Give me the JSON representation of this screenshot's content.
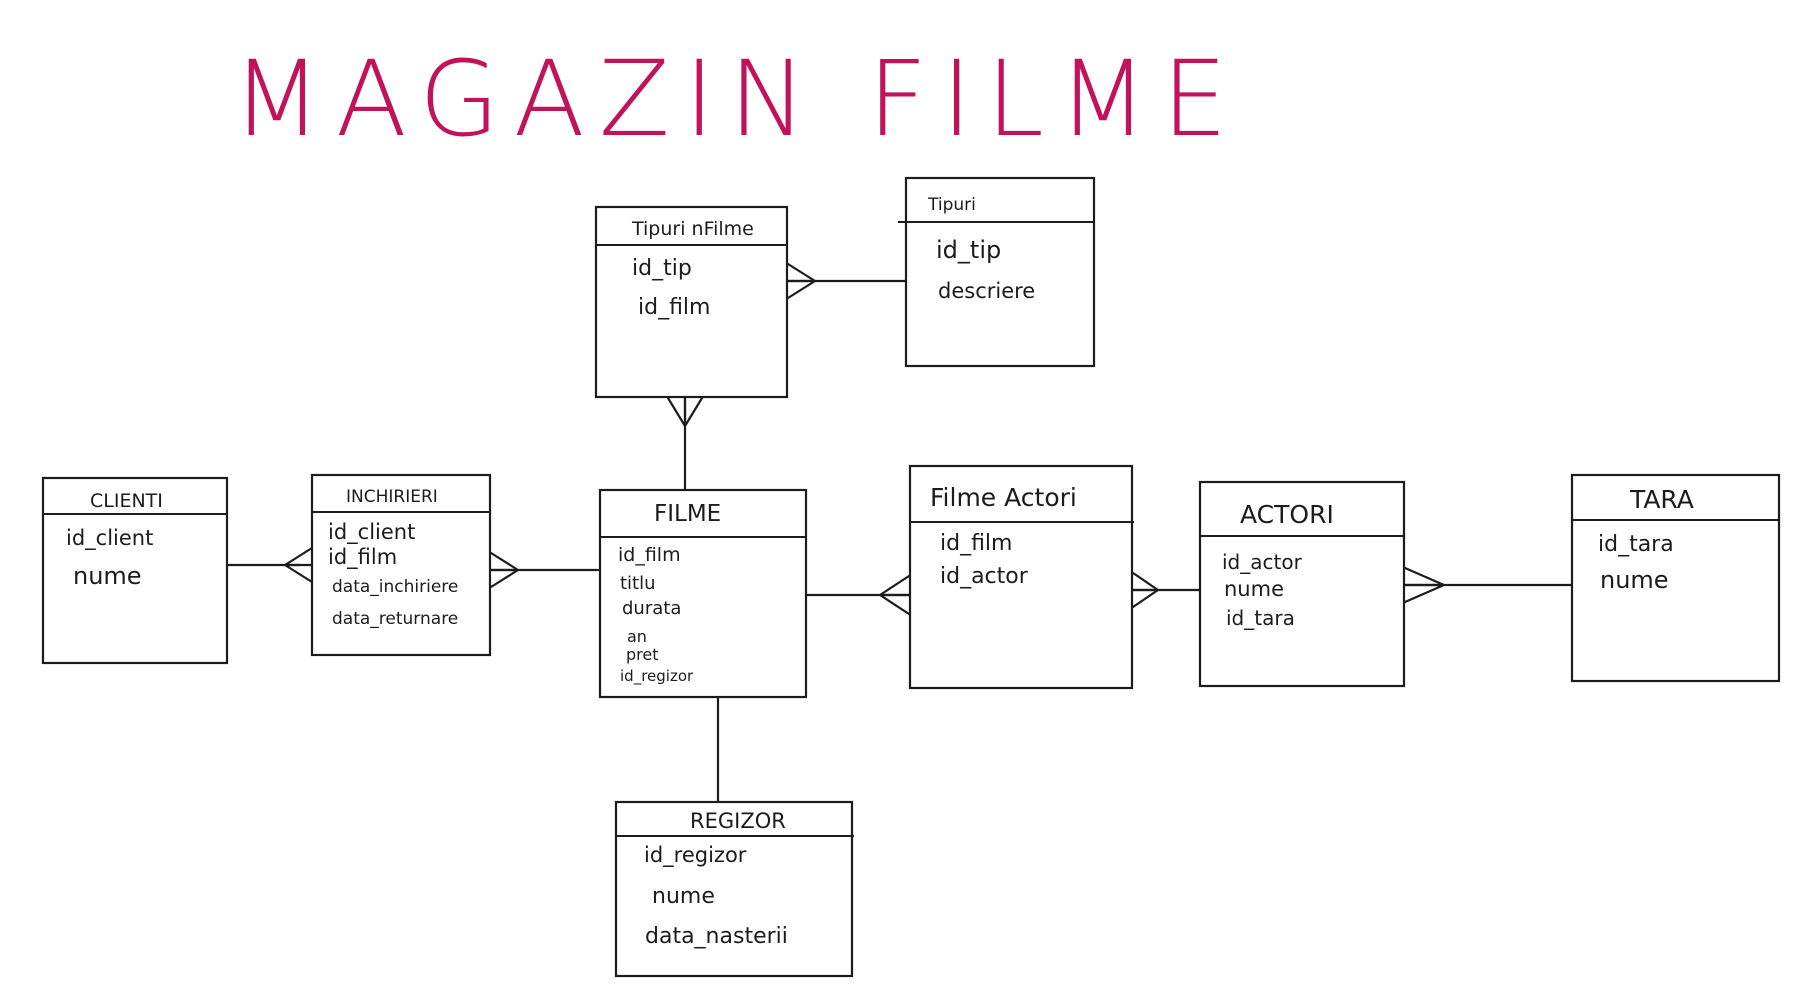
{
  "title": "MAGAZIN FILME",
  "colors": {
    "title": "#c0135a",
    "ink": "#1c1c1c"
  },
  "entities": {
    "clienti": {
      "name": "CLIENTI",
      "fields": [
        "id_client",
        "nume"
      ]
    },
    "inchirieri": {
      "name": "INCHIRIERI",
      "fields": [
        "id_client",
        "id_film",
        "data_inchiriere",
        "data_returnare"
      ]
    },
    "filme": {
      "name": "FILME",
      "fields": [
        "id_film",
        "titlu",
        "durata",
        "an",
        "pret",
        "id_regizor"
      ]
    },
    "tipuri_filme": {
      "name": "Tipuri nFilme",
      "fields": [
        "id_tip",
        "id_film"
      ]
    },
    "tipuri": {
      "name": "Tipuri",
      "fields": [
        "id_tip",
        "descriere"
      ]
    },
    "filme_actori": {
      "name": "Filme Actori",
      "fields": [
        "id_film",
        "id_actor"
      ]
    },
    "actori": {
      "name": "ACTORI",
      "fields": [
        "id_actor",
        "nume",
        "id_tara"
      ]
    },
    "tara": {
      "name": "TARA",
      "fields": [
        "id_tara",
        "nume"
      ]
    },
    "regizor": {
      "name": "REGIZOR",
      "fields": [
        "id_regizor",
        "nume",
        "data_nasterii"
      ]
    }
  }
}
